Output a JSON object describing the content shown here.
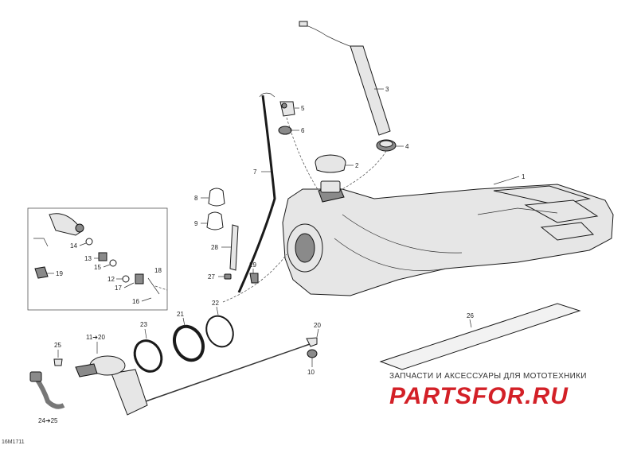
{
  "callouts": {
    "c1": "1",
    "c2": "2",
    "c3": "3",
    "c4": "4",
    "c5": "5",
    "c6": "6",
    "c7": "7",
    "c8": "8",
    "c9": "9",
    "c10": "10",
    "c11_20": "11➔20",
    "c12": "12",
    "c13": "13",
    "c14": "14",
    "c15": "15",
    "c16": "16",
    "c17": "17",
    "c18": "18",
    "c19": "19",
    "c20": "20",
    "c21": "21",
    "c22": "22",
    "c23": "23",
    "c24_25": "24➔25",
    "c25": "25",
    "c26": "26",
    "c27": "27",
    "c28": "28",
    "c29": "29"
  },
  "watermark": {
    "tagline": "ЗАПЧАСТИ И АКСЕССУАРЫ ДЛЯ МОТОТЕХНИКИ",
    "logo": "PARTSFOR.RU"
  },
  "drawing_code": "16M1711",
  "colors": {
    "logo": "#d32027",
    "line": "#1a1a1a"
  }
}
